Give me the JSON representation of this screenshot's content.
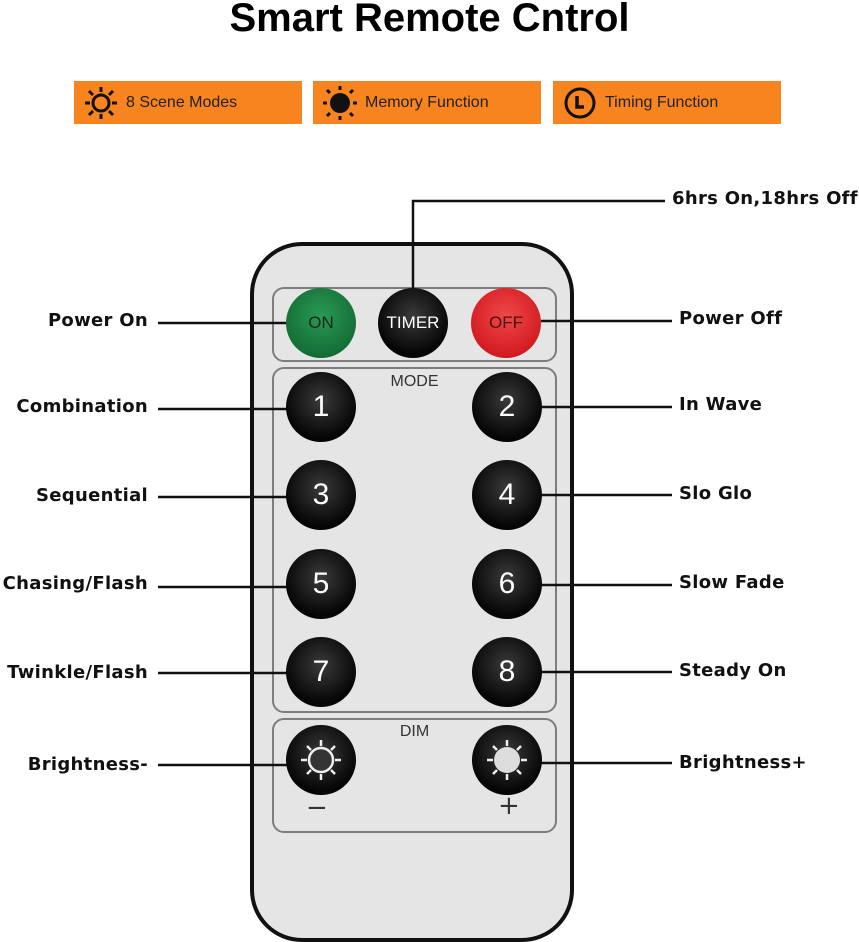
{
  "title": "Smart Remote Cntrol",
  "features": [
    {
      "icon": "sun-outline-icon",
      "label": "8 Scene Modes"
    },
    {
      "icon": "sun-filled-icon",
      "label": "Memory Function"
    },
    {
      "icon": "clock-icon",
      "label": "Timing Function"
    }
  ],
  "remote": {
    "on": "ON",
    "timer": "TIMER",
    "off": "OFF",
    "mode_label": "MODE",
    "buttons": [
      "1",
      "2",
      "3",
      "4",
      "5",
      "6",
      "7",
      "8"
    ],
    "dim_label": "DIM",
    "minus": "−",
    "plus": "+"
  },
  "callouts": {
    "timer": "6hrs On,18hrs Off",
    "on": "Power On",
    "off": "Power Off",
    "left": [
      "Combination",
      "Sequential",
      "Chasing/Flash",
      "Twinkle/Flash"
    ],
    "right": [
      "In Wave",
      "Slo Glo",
      "Slow Fade",
      "Steady On"
    ],
    "bright_minus": "Brightness-",
    "bright_plus": "Brightness+"
  },
  "colors": {
    "orange": "#f7841f",
    "on": "#1b7a3e",
    "off": "#e0262b"
  }
}
